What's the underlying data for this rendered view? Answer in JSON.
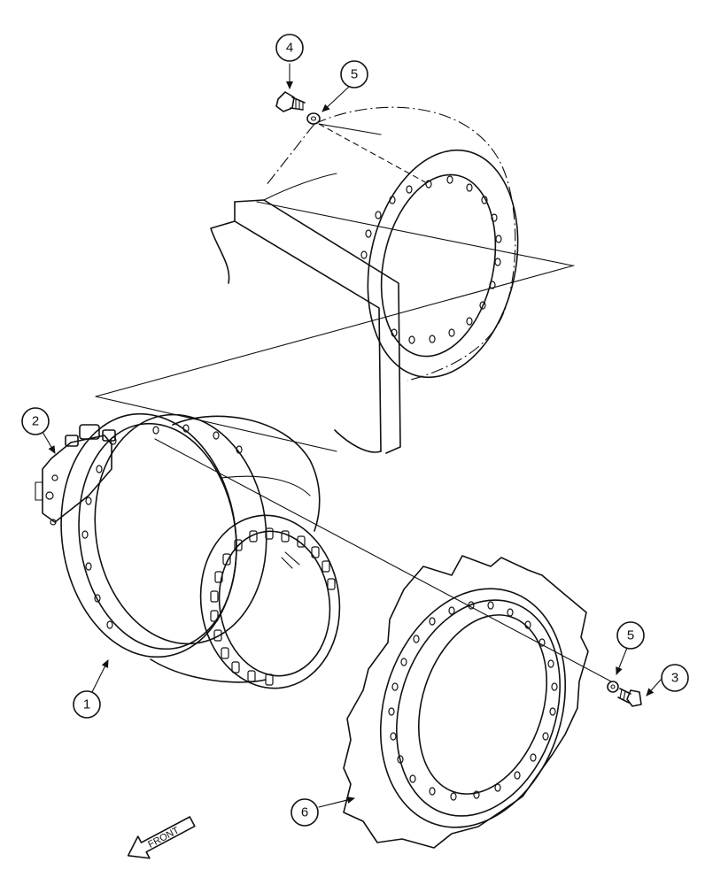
{
  "callouts": [
    {
      "id": "1",
      "label": "1"
    },
    {
      "id": "2",
      "label": "2"
    },
    {
      "id": "3",
      "label": "3"
    },
    {
      "id": "4",
      "label": "4"
    },
    {
      "id": "5a",
      "label": "5"
    },
    {
      "id": "5b",
      "label": "5"
    },
    {
      "id": "6",
      "label": "6"
    }
  ],
  "front_label": "FRONT"
}
